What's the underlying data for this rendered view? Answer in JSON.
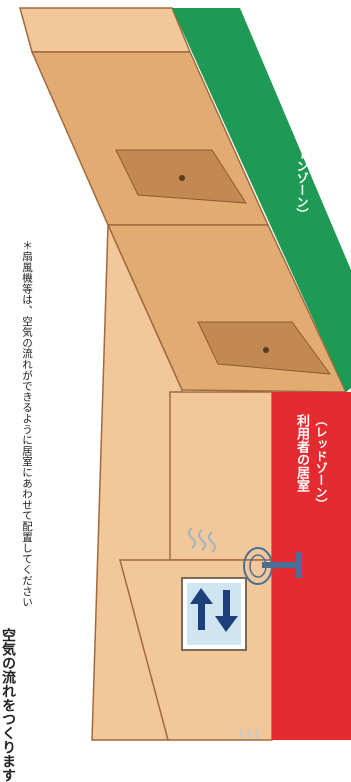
{
  "caption": {
    "title": "空気の流れをつくります",
    "note": "＊扇風機等は、空気の流れができるように居室にあわせて配置してください"
  },
  "zones": {
    "green": {
      "label": "廊下（グリーンゾーン）",
      "color": "#1f9a55"
    },
    "red": {
      "label_line1": "利用者の居室",
      "label_line2": "（レッドゾーン）",
      "color": "#e42b2f"
    }
  },
  "colors": {
    "wall_light": "#f2c79a",
    "wall_mid": "#e2ab72",
    "floor": "#cf955d",
    "outline": "#a26a3c",
    "arrow": "#1d3f7a",
    "fan": "#4a6f97"
  },
  "icons": {
    "window": "window-icon",
    "airflow_arrows": "up-down-arrows-icon",
    "fan": "fan-icon",
    "breeze": "air-wave-icon"
  }
}
